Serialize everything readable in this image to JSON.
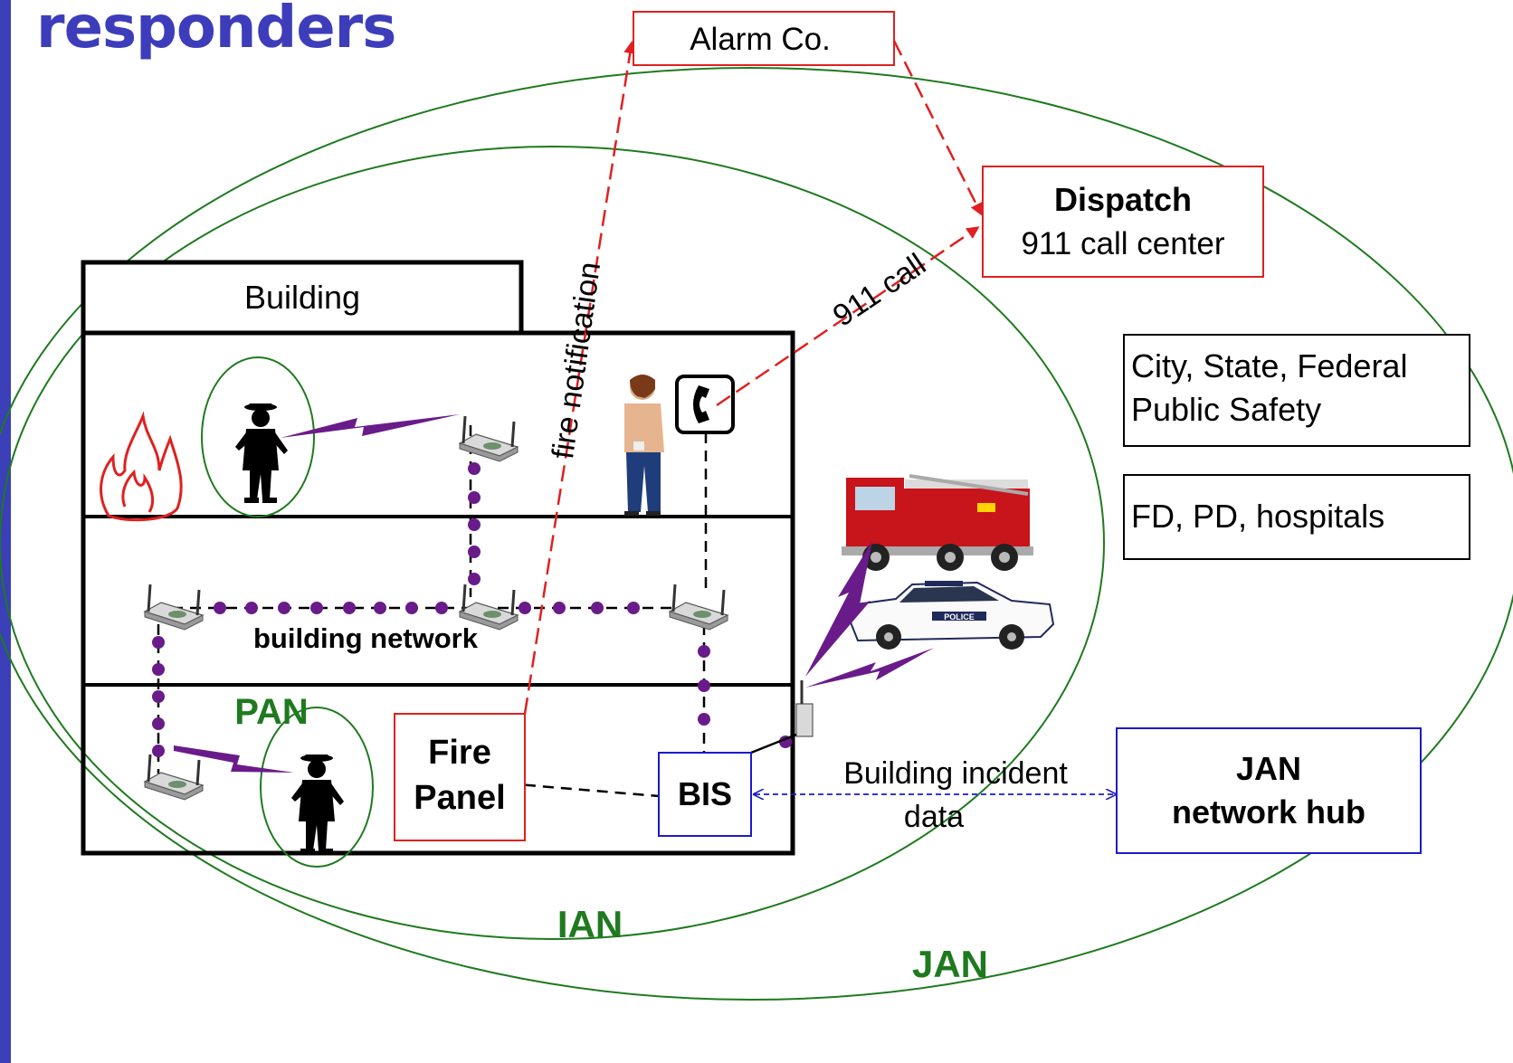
{
  "title": "responders",
  "labels": {
    "alarm_co": "Alarm Co.",
    "dispatch": "Dispatch",
    "call_center": "911 call center",
    "building": "Building",
    "fire_notification": "fire notification",
    "call_911": "911 call",
    "public_safety_line1": "City, State, Federal",
    "public_safety_line2": "Public Safety",
    "fd_pd": "FD, PD, hospitals",
    "building_network": "building network",
    "pan": "PAN",
    "fire_panel_line1": "Fire",
    "fire_panel_line2": "Panel",
    "bis": "BIS",
    "incident_data_line1": "Building incident",
    "incident_data_line2": "data",
    "jan_hub_line1": "JAN",
    "jan_hub_line2": "network hub",
    "ian": "IAN",
    "jan": "JAN",
    "police_decal": "POLICE"
  },
  "colors": {
    "title_blue": "#3d3dbb",
    "network_green": "#1f7a1f",
    "alarm_red": "#e02020",
    "link_purple": "#6a1b8a",
    "bis_blue": "#1a1acc"
  },
  "icons": [
    "fire-icon",
    "firefighter-icon",
    "wireless-node-icon",
    "person-icon",
    "telephone-icon",
    "fire-truck-icon",
    "police-car-icon",
    "lightning-link-icon"
  ]
}
